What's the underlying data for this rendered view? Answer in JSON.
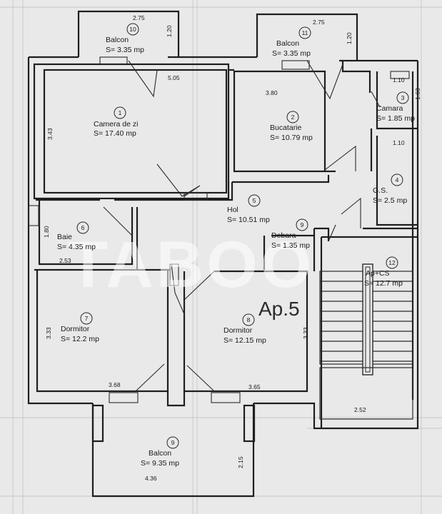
{
  "watermark": "TABOO",
  "apartment_label": "Ap.5",
  "rooms": [
    {
      "num": "1",
      "name": "Camera de zi",
      "area": "S= 17.40 mp"
    },
    {
      "num": "2",
      "name": "Bucatarie",
      "area": "S= 10.79 mp"
    },
    {
      "num": "3",
      "name": "Camara",
      "area": "S= 1.85 mp"
    },
    {
      "num": "4",
      "name": "G.S.",
      "area": "S= 2.5 mp"
    },
    {
      "num": "5",
      "name": "Hol",
      "area": "S= 10.51 mp"
    },
    {
      "num": "6",
      "name": "Baie",
      "area": "S= 4.35 mp"
    },
    {
      "num": "7",
      "name": "Dormitor",
      "area": "S= 12.2 mp"
    },
    {
      "num": "8",
      "name": "Dormitor",
      "area": "S= 12.15 mp"
    },
    {
      "num": "9",
      "name": "Debara",
      "area": "S= 1.35 mp"
    },
    {
      "num": "9",
      "name": "Balcon",
      "area": "S= 9.35 mp"
    },
    {
      "num": "10",
      "name": "Balcon",
      "area": "S= 3.35 mp"
    },
    {
      "num": "11",
      "name": "Balcon",
      "area": "S= 3.35 mp"
    },
    {
      "num": "12",
      "name": "Ap+CS",
      "area": "S= 12.7 mp"
    }
  ],
  "dimensions": [
    "2.75",
    "1.20",
    "2.75",
    "1.20",
    "5.05",
    "3.80",
    "1.10",
    "1.63",
    "1.10",
    "3.43",
    "1.80",
    "2.53",
    "3.33",
    "3.68",
    "3.33",
    "3.65",
    "2.52",
    "2.15",
    "4.36"
  ]
}
